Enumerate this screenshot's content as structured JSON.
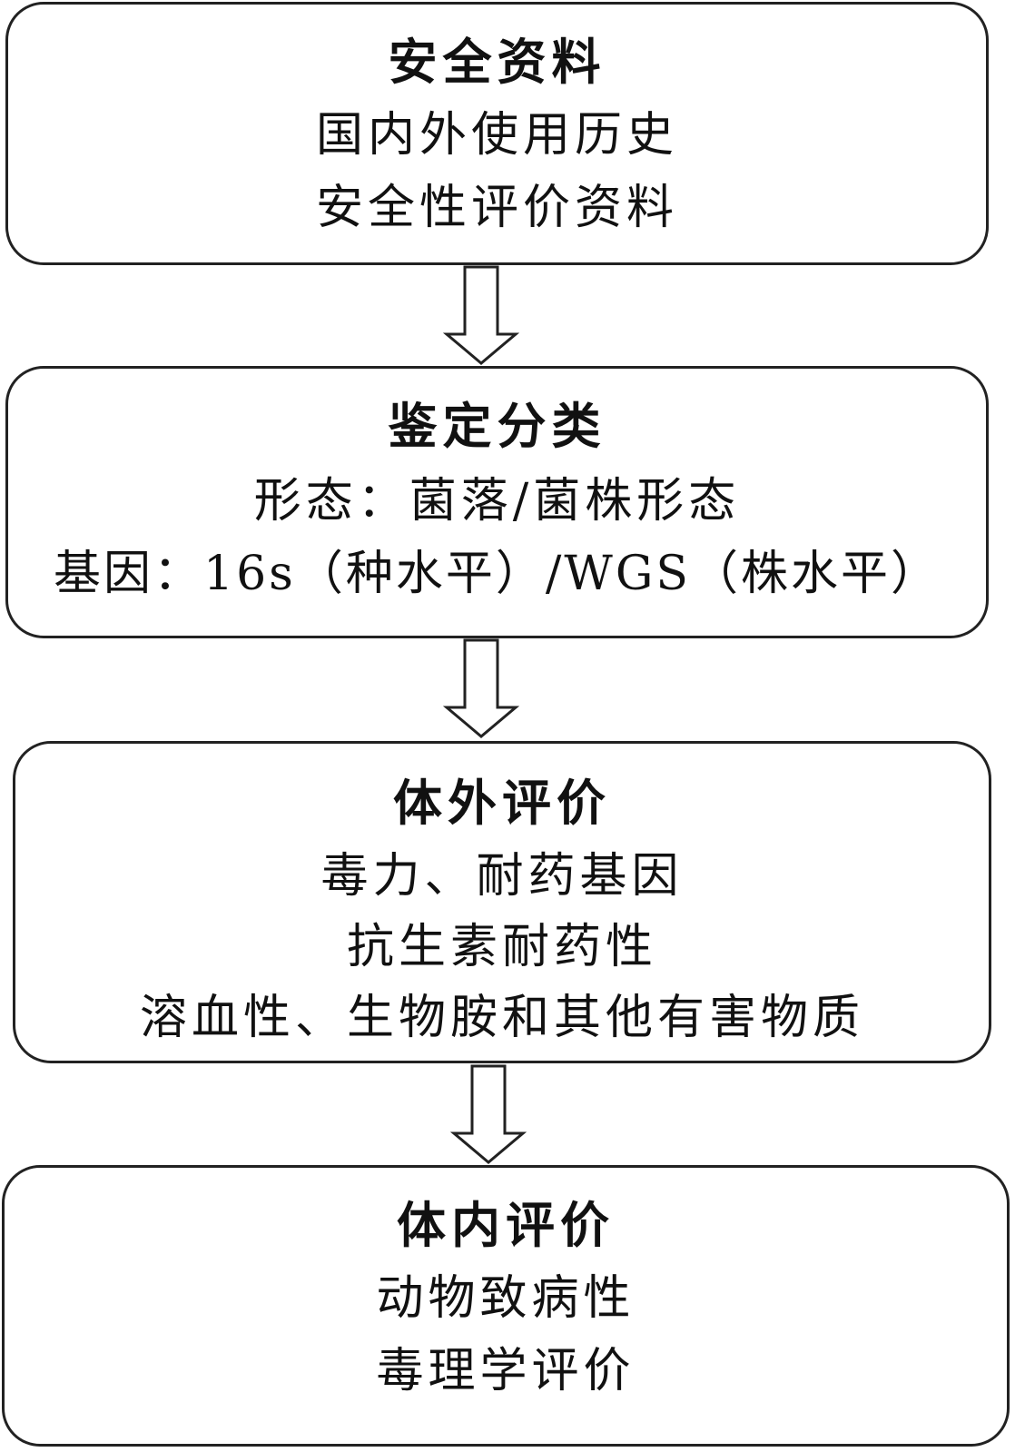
{
  "flow": {
    "steps": [
      {
        "title": "安全资料",
        "lines": [
          "国内外使用历史",
          "安全性评价资料"
        ]
      },
      {
        "title": "鉴定分类",
        "lines": [
          "形态：菌落/菌株形态",
          "基因：16s（种水平）/WGS（株水平）"
        ]
      },
      {
        "title": "体外评价",
        "lines": [
          "毒力、耐药基因",
          "抗生素耐药性",
          "溶血性、生物胺和其他有害物质"
        ]
      },
      {
        "title": "体内评价",
        "lines": [
          "动物致病性",
          "毒理学评价"
        ]
      }
    ]
  }
}
